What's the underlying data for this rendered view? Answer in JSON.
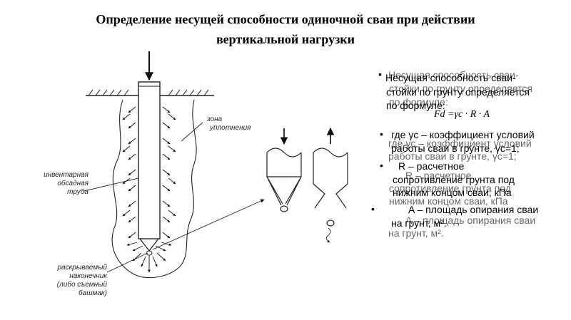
{
  "title": {
    "line1": "Определение несущей способности одиночной сваи при действии",
    "line2": "вертикальной нагрузки"
  },
  "diagram": {
    "label_zone": [
      "зона",
      "уплотнения"
    ],
    "label_pipe": [
      "инвентарная",
      "обсадная",
      "труба"
    ],
    "label_tip": [
      "раскрываемый",
      "наконечник",
      "(либо съемный",
      "башмак)"
    ]
  },
  "text": {
    "b1a": "Несущая способность сваи-",
    "b1b": "стойки по грунту определяется",
    "b1c": "по формуле:",
    "g1a": "Несущая способность сваи-",
    "g1b": "стойки по грунту определяется",
    "g1c": "по формуле:",
    "formula": "Fd =γc · R · A",
    "b2a": "где γc – коэффициент условий",
    "b2b": "работы сваи в грунте, γc=1;",
    "g2a": "где γc – коэффициент условий",
    "g2b": "работы сваи в грунте, γc=1;",
    "b3a": "R – расчетное",
    "b3b": "сопротивление грунта под",
    "b3c": "нижним концом сваи, кПа",
    "g3a": "R – расчетное",
    "g3b": "сопротивление грунта под",
    "g3c": "нижним концом сваи, кПа",
    "b4a": "A – площадь опирания сваи",
    "b4b": "на грунт, м².",
    "g4a": "A – площадь опирания сваи",
    "g4b": "на грунт, м²."
  },
  "bullets": [
    "•",
    "•",
    "•",
    "•",
    "•"
  ],
  "colors": {
    "text": "#000000",
    "lines": "#222222"
  }
}
